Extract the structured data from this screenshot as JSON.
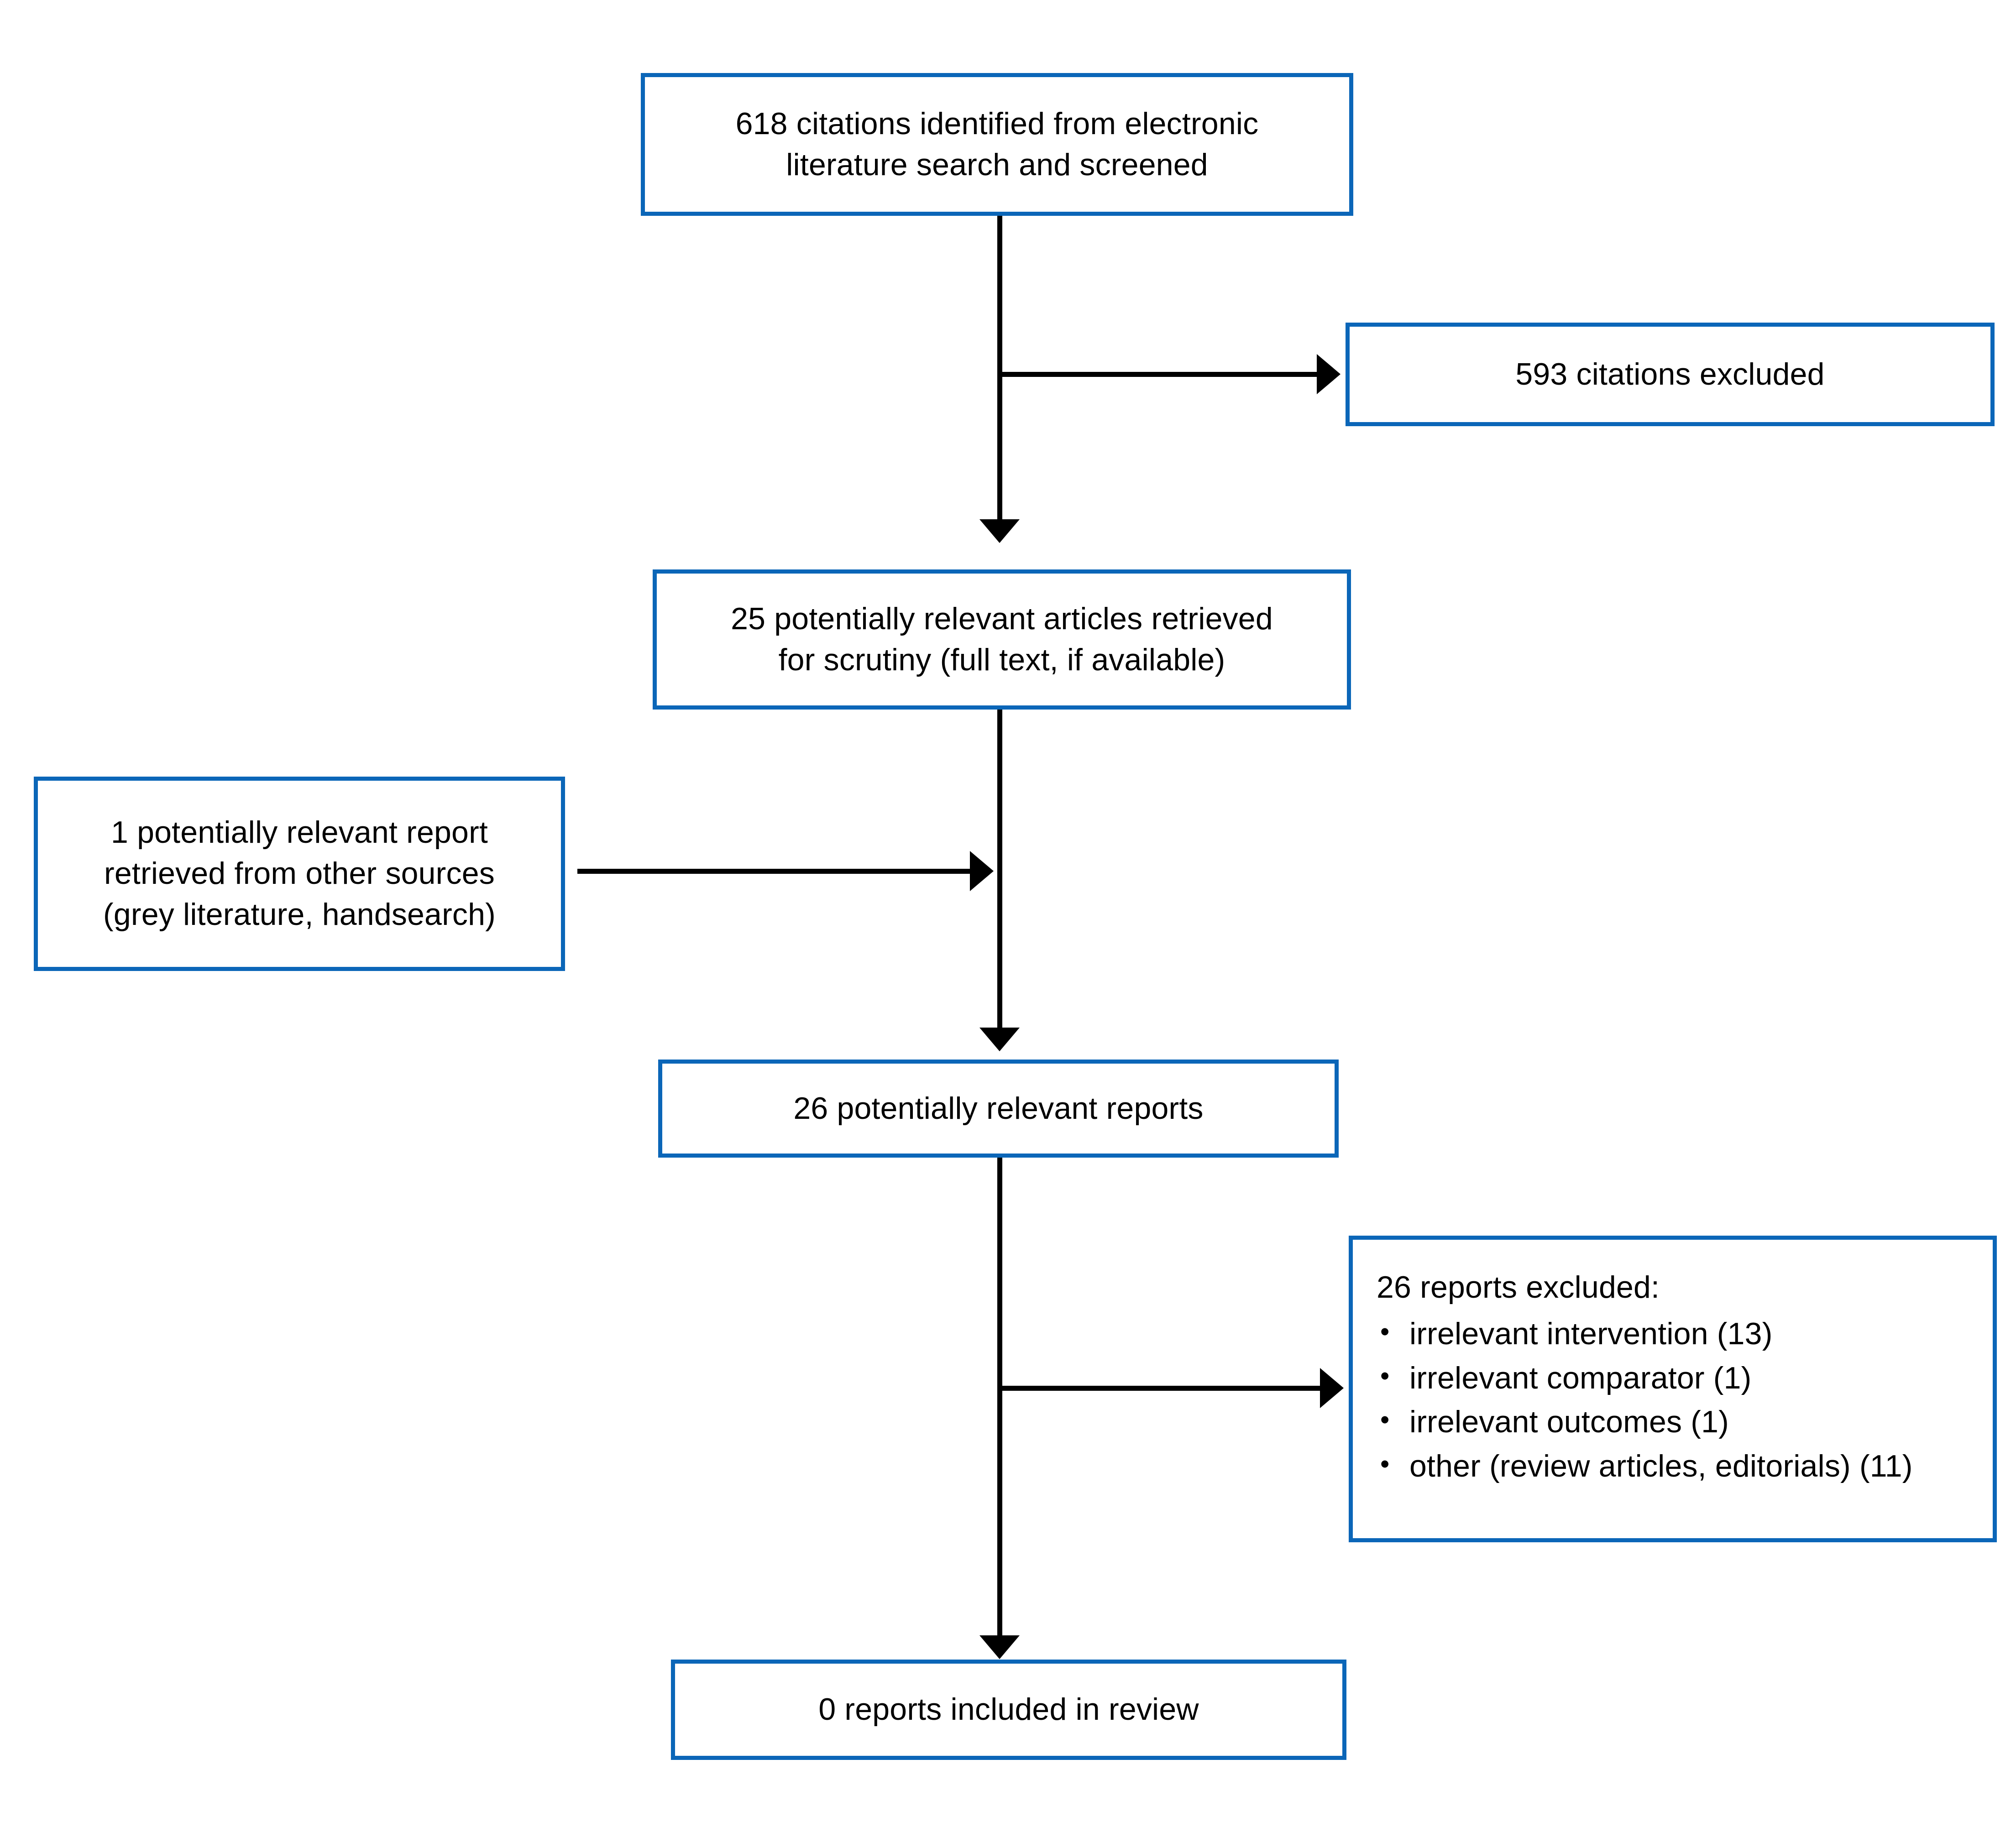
{
  "diagram": {
    "type": "prisma-flow-diagram",
    "accent_color": "#0b66b8",
    "connector_color": "#000000",
    "background_color": "#ffffff",
    "nodes": {
      "identified": {
        "text": "618 citations identified from electronic\nliterature search and screened",
        "count": 618
      },
      "citations_excluded": {
        "text": "593 citations excluded",
        "count": 593
      },
      "retrieved": {
        "text": "25 potentially relevant articles retrieved\nfor scrutiny (full text, if available)",
        "count": 25
      },
      "other_sources": {
        "text": "1 potentially relevant report\nretrieved from other sources\n(grey literature, handsearch)",
        "count": 1
      },
      "relevant_reports": {
        "text": "26 potentially relevant reports",
        "count": 26
      },
      "reports_excluded": {
        "title": "26 reports excluded:",
        "count": 26,
        "bullet": "•",
        "reasons": [
          "irrelevant intervention (13)",
          "irrelevant comparator (1)",
          "irrelevant outcomes (1)",
          "other (review articles, editorials) (11)"
        ]
      },
      "included": {
        "text": "0 reports included in review",
        "count": 0
      }
    }
  }
}
